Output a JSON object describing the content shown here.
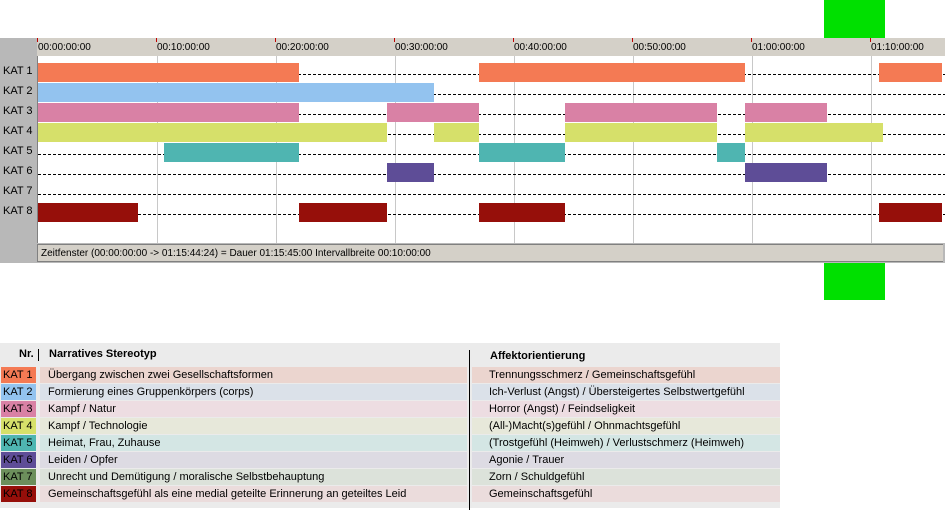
{
  "ruler_ticks": [
    "00:00:00:00",
    "00:10:00:00",
    "00:20:00:00",
    "00:30:00:00",
    "00:40:00:00",
    "00:50:00:00",
    "01:00:00:00",
    "01:10:00:00"
  ],
  "rows": [
    {
      "label": "KAT 1",
      "color": "#f47a54",
      "segments": [
        [
          0,
          21.9
        ],
        [
          37.1,
          59.4
        ],
        [
          70.7,
          76
        ]
      ]
    },
    {
      "label": "KAT 2",
      "color": "#93c3ef",
      "segments": [
        [
          0,
          33.3
        ]
      ]
    },
    {
      "label": "KAT 3",
      "color": "#d981a5",
      "segments": [
        [
          0,
          21.9
        ],
        [
          29.3,
          37.1
        ],
        [
          44.3,
          57.1
        ],
        [
          59.4,
          66.3
        ]
      ]
    },
    {
      "label": "KAT 4",
      "color": "#d6e06a",
      "segments": [
        [
          0,
          29.3
        ],
        [
          33.3,
          37.1
        ],
        [
          44.3,
          57.1
        ],
        [
          59.4,
          71.0
        ]
      ]
    },
    {
      "label": "KAT 5",
      "color": "#4fb5b1",
      "segments": [
        [
          10.6,
          21.9
        ],
        [
          37.1,
          44.3
        ],
        [
          57.1,
          59.4
        ]
      ]
    },
    {
      "label": "KAT 6",
      "color": "#5e4d97",
      "segments": [
        [
          29.3,
          33.3
        ],
        [
          59.4,
          66.3
        ]
      ]
    },
    {
      "label": "KAT 7",
      "color": "#6c8f5c",
      "segments": []
    },
    {
      "label": "KAT 8",
      "color": "#960f0a",
      "segments": [
        [
          0,
          8.4
        ],
        [
          21.9,
          29.3
        ],
        [
          37.1,
          44.3
        ],
        [
          70.7,
          76
        ]
      ]
    }
  ],
  "status_text": "Zeitfenster (00:00:00:00 -> 01:15:44:24) = Dauer 01:15:45:00     Intervallbreite 00:10:00:00",
  "legend": {
    "header_nr": "Nr.",
    "header_stereotyp": "Narratives Stereotyp",
    "header_affekt": "Affektorientierung",
    "items": [
      {
        "kat": "KAT 1",
        "color": "#f47a54",
        "tint": "#ebd5cf",
        "stereotyp": "Übergang zwischen zwei Gesellschaftsformen",
        "affekt": "Trennungsschmerz / Gemeinschaftsgefühl"
      },
      {
        "kat": "KAT 2",
        "color": "#93c3ef",
        "tint": "#dbe1e9",
        "stereotyp": "Formierung eines Gruppenkörpers (corps)",
        "affekt": "Ich-Verlust (Angst) / Übersteigertes Selbstwertgefühl"
      },
      {
        "kat": "KAT 3",
        "color": "#d981a5",
        "tint": "#eddde2",
        "stereotyp": "Kampf / Natur",
        "affekt": "Horror (Angst) / Feindseligkeit"
      },
      {
        "kat": "KAT 4",
        "color": "#d6e06a",
        "tint": "#e7e8da",
        "stereotyp": "Kampf / Technologie",
        "affekt": "(All-)Macht(s)gefühl / Ohnmachtsgefühl"
      },
      {
        "kat": "KAT 5",
        "color": "#4fb5b1",
        "tint": "#d4e6e4",
        "stereotyp": "Heimat, Frau, Zuhause",
        "affekt": "(Trostgefühl (Heimweh) / Verlustschmerz (Heimweh)"
      },
      {
        "kat": "KAT 6",
        "color": "#5e4d97",
        "tint": "#dddbe3",
        "stereotyp": "Leiden / Opfer",
        "affekt": "Agonie / Trauer"
      },
      {
        "kat": "KAT 7",
        "color": "#6c8f5c",
        "tint": "#dce2da",
        "stereotyp": "Unrecht und Demütigung / moralische Selbstbehauptung",
        "affekt": "Zorn / Schuldgefühl"
      },
      {
        "kat": "KAT 8",
        "color": "#960f0a",
        "tint": "#ebdcdc",
        "stereotyp": "Gemeinschaftsgefühl als eine medial geteilte Erinnerung an geteiltes Leid",
        "affekt": "Gemeinschaftsgefühl"
      }
    ]
  }
}
